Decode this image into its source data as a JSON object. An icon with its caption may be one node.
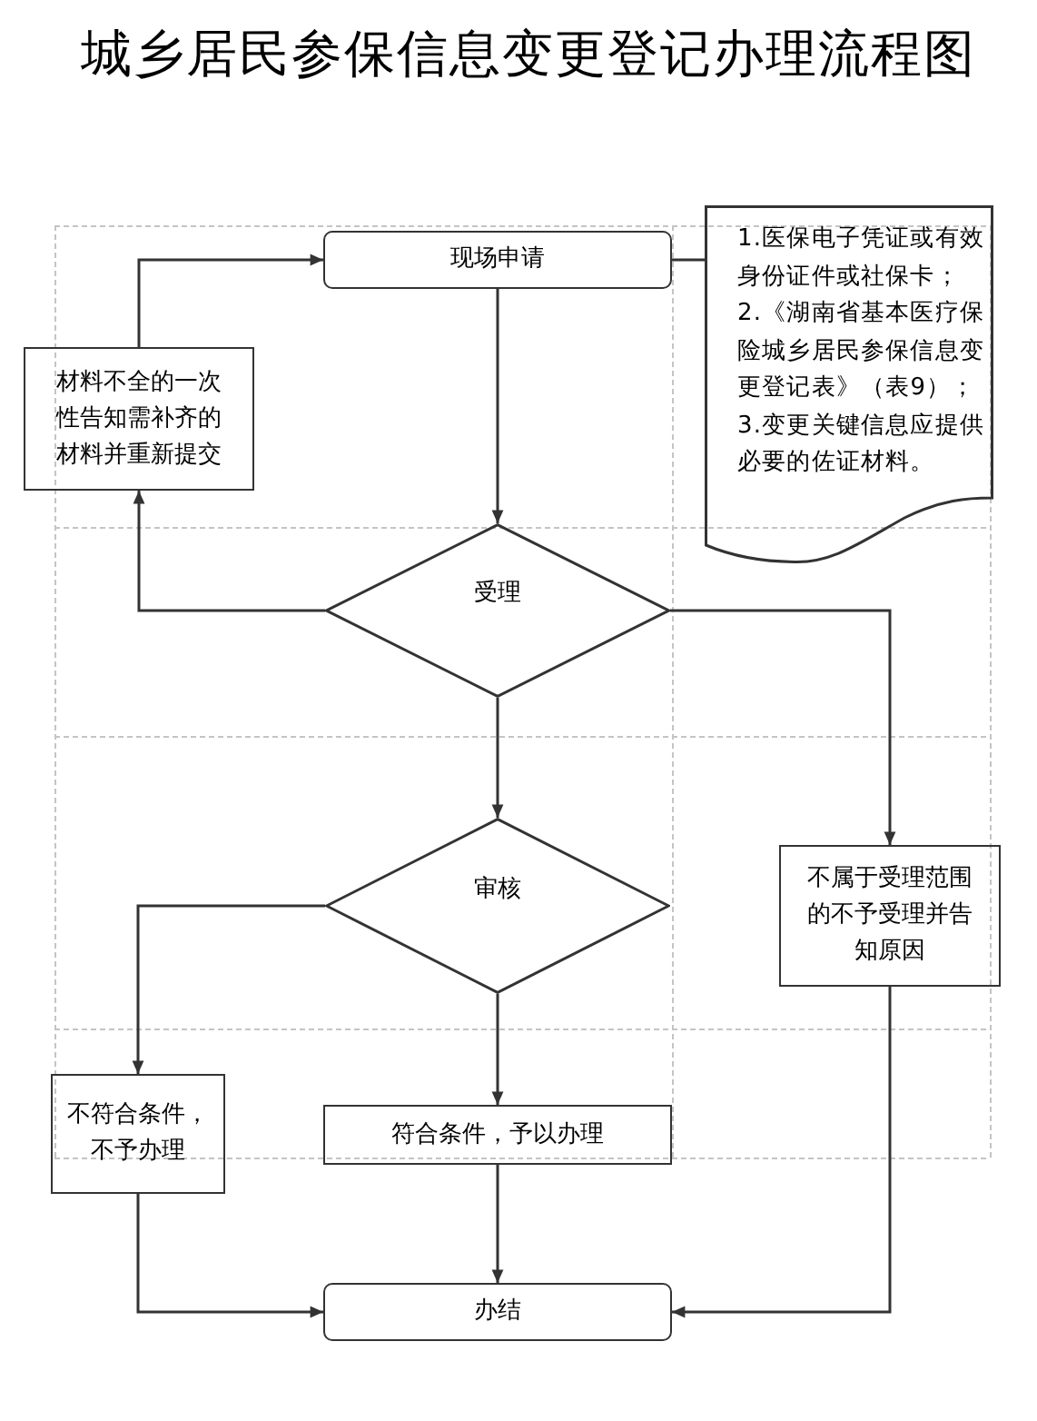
{
  "diagram": {
    "title": "城乡居民参保信息变更登记办理流程图",
    "nodes": [
      {
        "text": [
          "现场申请"
        ]
      },
      {
        "text": [
          "1.医保电子凭证或有效身份证件或社保卡；",
          "2.《湖南省基本医疗保险城乡居民参保信息变更登记表》（表9）；",
          "3.变更关键信息应提供必要的佐证材料。"
        ]
      },
      {
        "text": [
          "材料不全的一次性告知需补齐的材料并重新提交"
        ]
      },
      {
        "text": [
          "受理"
        ]
      },
      {
        "text": [
          "审核"
        ]
      },
      {
        "text": [
          "不属于受理范围的不予受理并告知原因"
        ]
      },
      {
        "text": [
          "不符合条件，不予办理"
        ]
      },
      {
        "text": [
          "符合条件，予以办理"
        ]
      },
      {
        "text": [
          "办结"
        ]
      }
    ],
    "edges": [
      {
        "from": 0,
        "to": 3,
        "arrow": "to"
      },
      {
        "from": 0,
        "to": 1,
        "arrow": "none"
      },
      {
        "from": 3,
        "to": 2,
        "arrow": "to"
      },
      {
        "from": 2,
        "to": 0,
        "arrow": "to"
      },
      {
        "from": 3,
        "to": 4,
        "arrow": "to"
      },
      {
        "from": 3,
        "to": 5,
        "arrow": "to"
      },
      {
        "from": 4,
        "to": 6,
        "arrow": "to"
      },
      {
        "from": 4,
        "to": 7,
        "arrow": "to"
      },
      {
        "from": 7,
        "to": 8,
        "arrow": "to"
      },
      {
        "from": 6,
        "to": 8,
        "arrow": "to"
      },
      {
        "from": 5,
        "to": 8,
        "arrow": "to"
      }
    ]
  }
}
